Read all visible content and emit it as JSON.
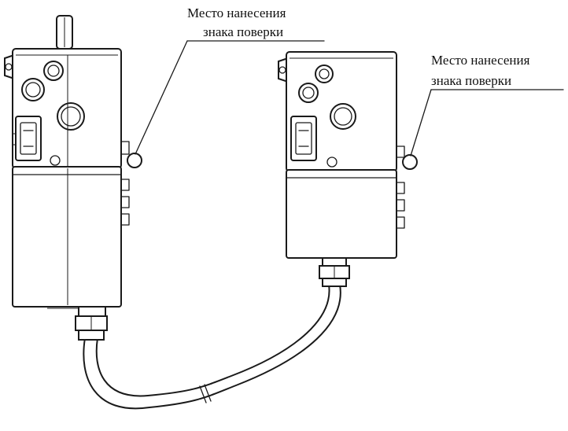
{
  "callouts": {
    "left": {
      "line1": "Место нанесения",
      "line2": "знака поверки"
    },
    "right": {
      "line1": "Место нанесения",
      "line2": "знака поверки"
    }
  },
  "colors": {
    "stroke": "#1a1a1a",
    "background": "#ffffff"
  }
}
